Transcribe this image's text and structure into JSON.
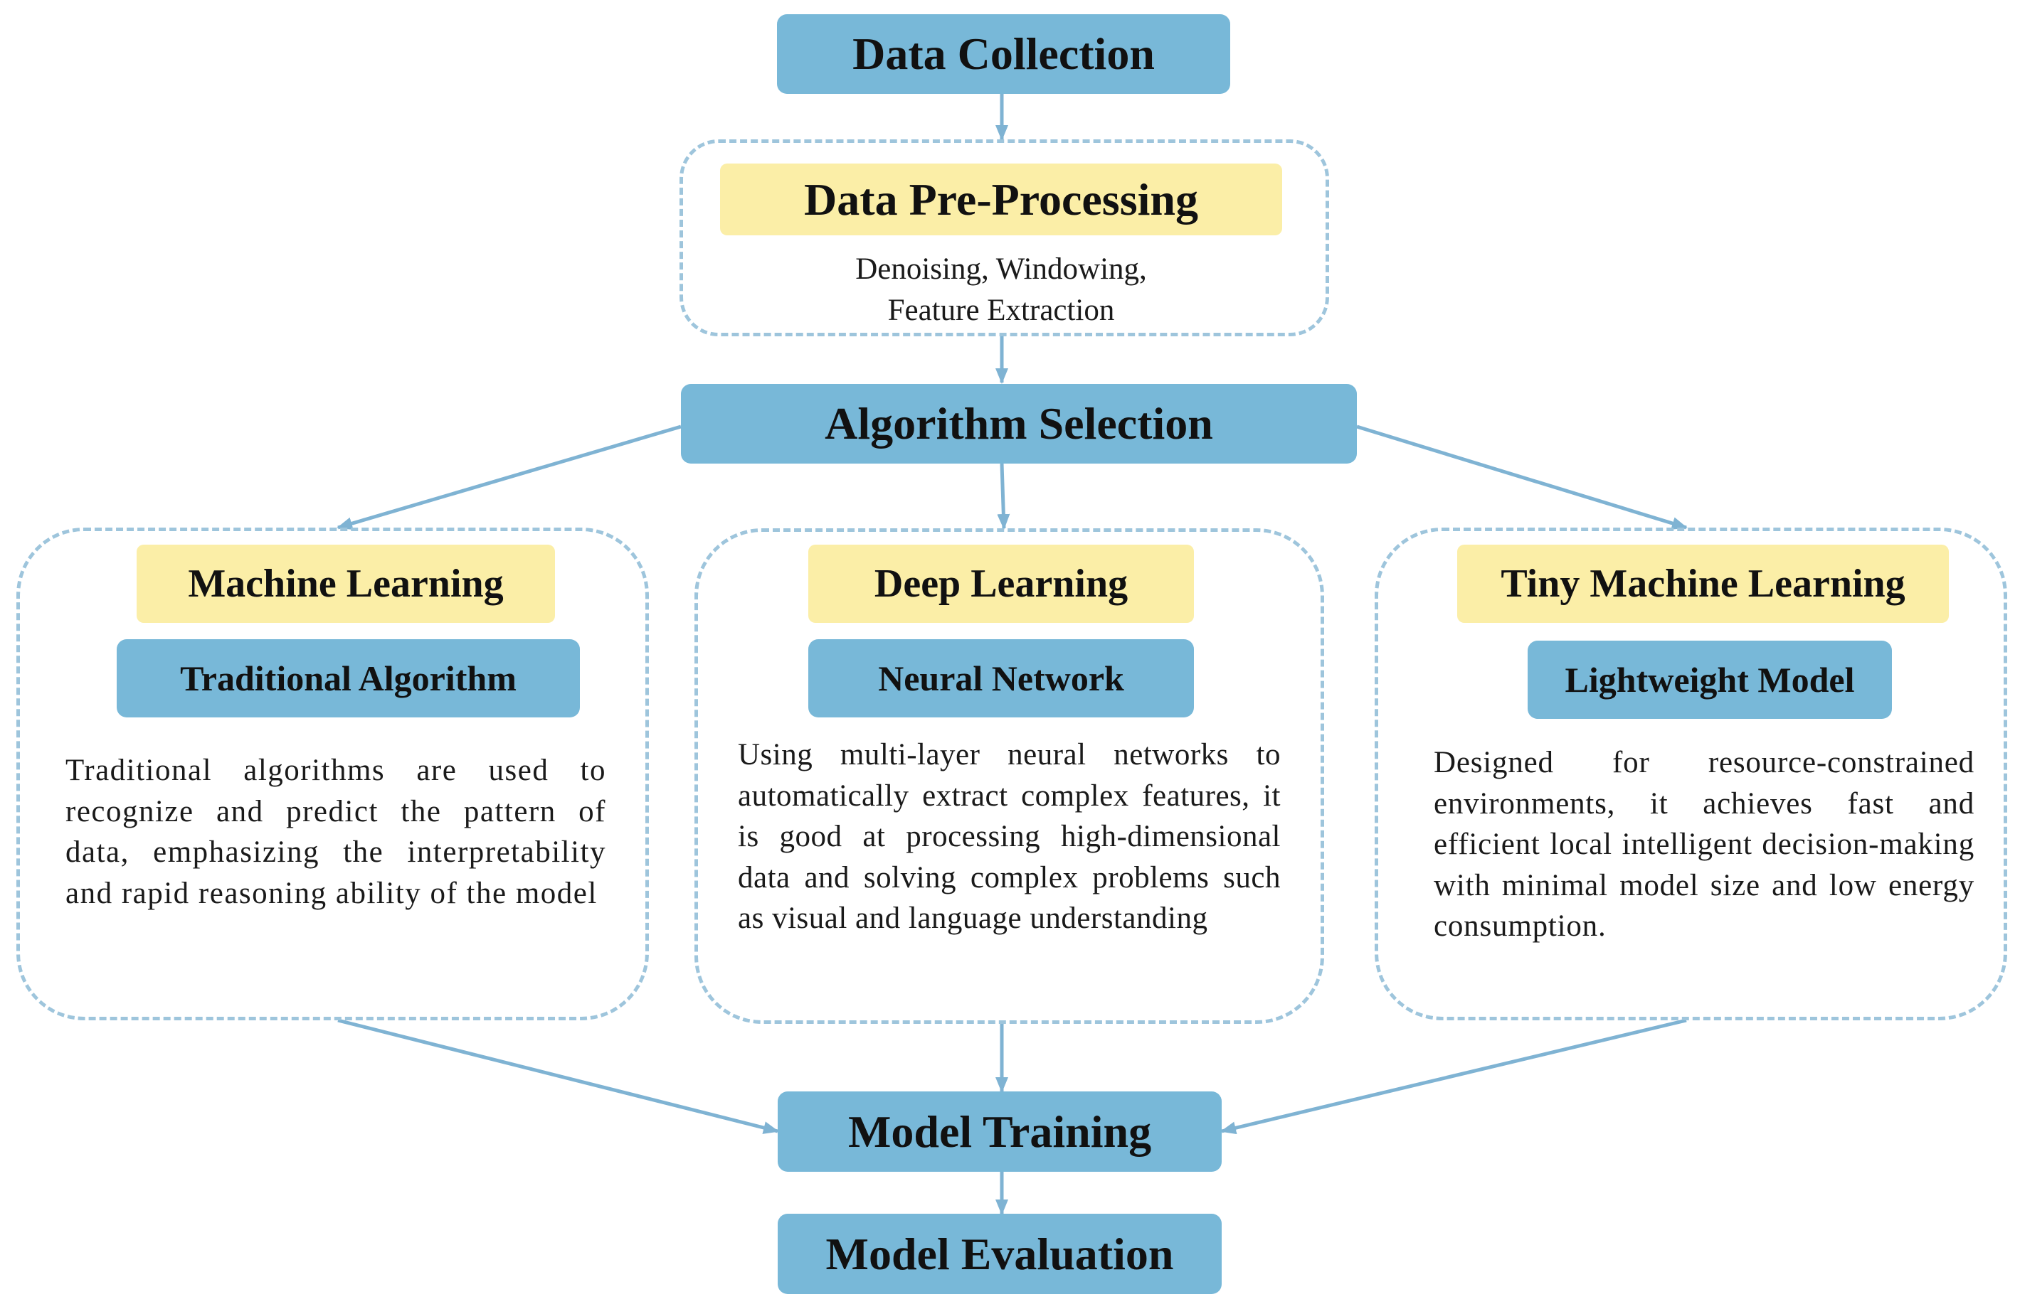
{
  "stages": {
    "data_collection": "Data Collection",
    "pre_processing": {
      "title": "Data Pre-Processing",
      "line1": "Denoising, Windowing,",
      "line2": "Feature Extraction"
    },
    "algorithm_selection": "Algorithm Selection",
    "model_training": "Model Training",
    "model_evaluation": "Model Evaluation"
  },
  "branches": [
    {
      "category": "Machine Learning",
      "method": "Traditional Algorithm",
      "description": "Traditional algorithms are used to recognize and predict the pattern of data, emphasizing the interpretability and rapid reasoning ability of the model"
    },
    {
      "category": "Deep Learning",
      "method": "Neural Network",
      "description": "Using multi-layer neural networks to automatically extract complex features, it is good at processing high-dimensional data and solving complex problems such as visual and language understanding"
    },
    {
      "category": "Tiny Machine Learning",
      "method": "Lightweight Model",
      "description": "Designed for resource-constrained environments, it achieves fast and efficient local intelligent decision-making with minimal model size and low energy consumption."
    }
  ],
  "colors": {
    "stage_box": "#78b8d8",
    "category_box": "#fbeea7",
    "dashed_border": "#9ec5dc",
    "arrow": "#7fb3d3"
  }
}
